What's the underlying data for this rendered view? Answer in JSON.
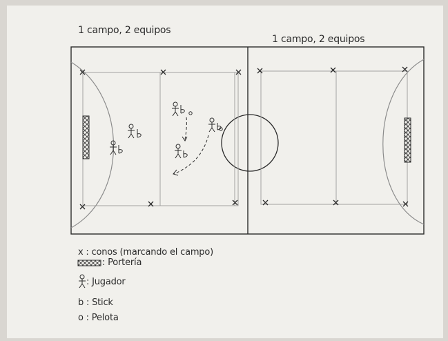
{
  "captions": {
    "left_field": "1 campo, 2 equipos",
    "right_field": "1 campo, 2 equipos"
  },
  "legend": {
    "cones": "x : conos (marcando el campo)",
    "goal": ": Portería",
    "player": ": Jugador",
    "stick": "b : Stick",
    "ball": "o : Pelota"
  },
  "colors": {
    "ink": "#2b2b2b",
    "pencil": "#8c8c8c",
    "paper": "#f1f0ec"
  }
}
